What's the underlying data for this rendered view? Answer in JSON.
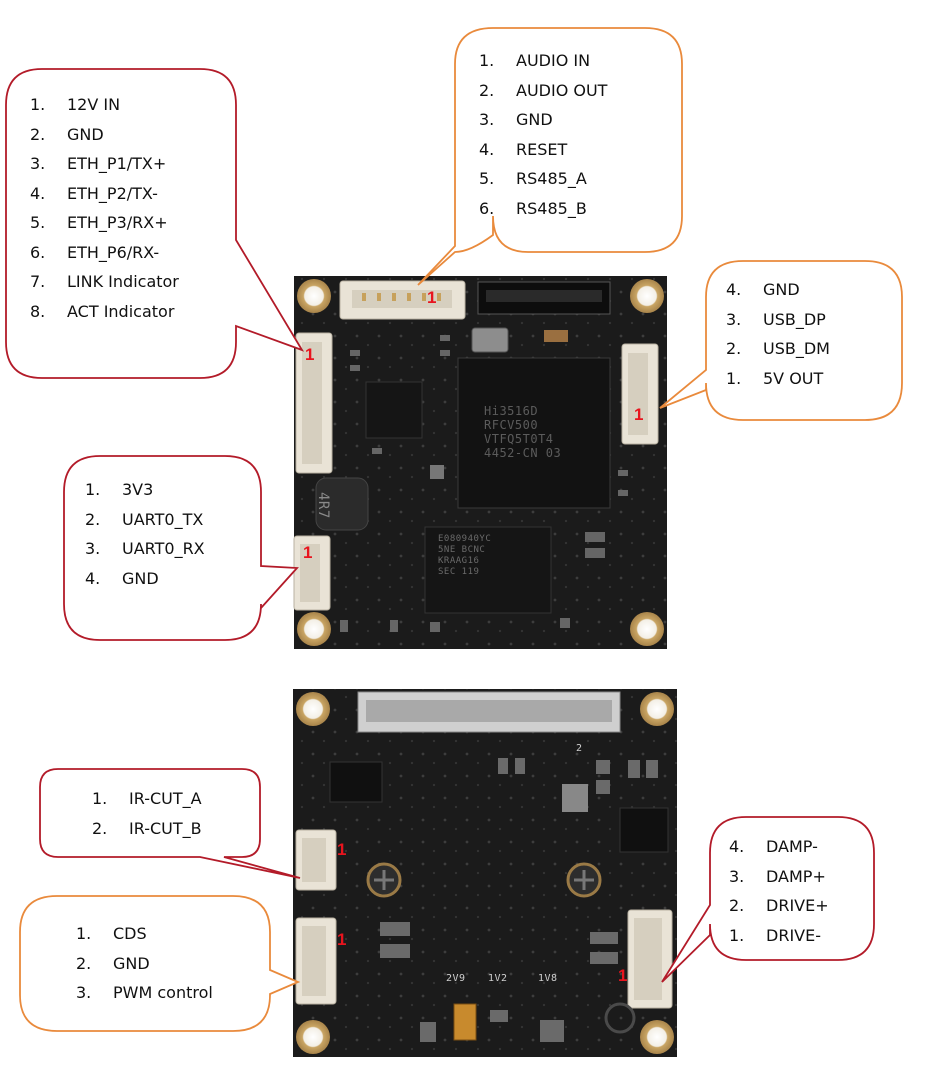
{
  "callouts": {
    "main_power_eth": {
      "pins": [
        {
          "num": "1.",
          "label": "12V IN"
        },
        {
          "num": "2.",
          "label": "GND"
        },
        {
          "num": "3.",
          "label": "ETH_P1/TX+"
        },
        {
          "num": "4.",
          "label": "ETH_P2/TX-"
        },
        {
          "num": "5.",
          "label": "ETH_P3/RX+"
        },
        {
          "num": "6.",
          "label": "ETH_P6/RX-"
        },
        {
          "num": "7.",
          "label": "LINK Indicator"
        },
        {
          "num": "8.",
          "label": "ACT Indicator"
        }
      ]
    },
    "audio_rs485": {
      "pins": [
        {
          "num": "1.",
          "label": "AUDIO IN"
        },
        {
          "num": "2.",
          "label": "AUDIO OUT"
        },
        {
          "num": "3.",
          "label": "GND"
        },
        {
          "num": "4.",
          "label": "RESET"
        },
        {
          "num": "5.",
          "label": "RS485_A"
        },
        {
          "num": "6.",
          "label": "RS485_B"
        }
      ]
    },
    "usb": {
      "pins": [
        {
          "num": "4.",
          "label": "GND"
        },
        {
          "num": "3.",
          "label": "USB_DP"
        },
        {
          "num": "2.",
          "label": "USB_DM"
        },
        {
          "num": "1.",
          "label": "5V OUT"
        }
      ]
    },
    "uart": {
      "pins": [
        {
          "num": "1.",
          "label": "3V3"
        },
        {
          "num": "2.",
          "label": "UART0_TX"
        },
        {
          "num": "3.",
          "label": "UART0_RX"
        },
        {
          "num": "4.",
          "label": "GND"
        }
      ]
    },
    "ircut": {
      "pins": [
        {
          "num": "1.",
          "label": "IR-CUT_A"
        },
        {
          "num": "2.",
          "label": "IR-CUT_B"
        }
      ]
    },
    "cds": {
      "pins": [
        {
          "num": "1.",
          "label": "CDS"
        },
        {
          "num": "2.",
          "label": "GND"
        },
        {
          "num": "3.",
          "label": "PWM control"
        }
      ]
    },
    "damp_drive": {
      "pins": [
        {
          "num": "4.",
          "label": "DAMP-"
        },
        {
          "num": "3.",
          "label": "DAMP+"
        },
        {
          "num": "2.",
          "label": "DRIVE+"
        },
        {
          "num": "1.",
          "label": "DRIVE-"
        }
      ]
    }
  },
  "pin1_marker": "1",
  "board_top": {
    "soc_marking": [
      "Hi3516D",
      "RFCV500",
      "VTFQ5T0T4",
      "4452-CN  03"
    ],
    "inductor_marking": "4R7",
    "flash_marking": [
      "E080940YC",
      "5NE BCNC",
      "KRAAG16",
      "SEC 119"
    ]
  },
  "board_bottom": {
    "silkscreen": [
      "2V9",
      "1V2",
      "1V8",
      "2"
    ]
  },
  "colors": {
    "red_callout": "#b31b29",
    "orange_callout": "#e98a3c",
    "pin1_marker": "#e8141e",
    "pcb": "#1a1a1a",
    "connector": "#e9e3d6",
    "pad_gold": "#c7a15c"
  }
}
